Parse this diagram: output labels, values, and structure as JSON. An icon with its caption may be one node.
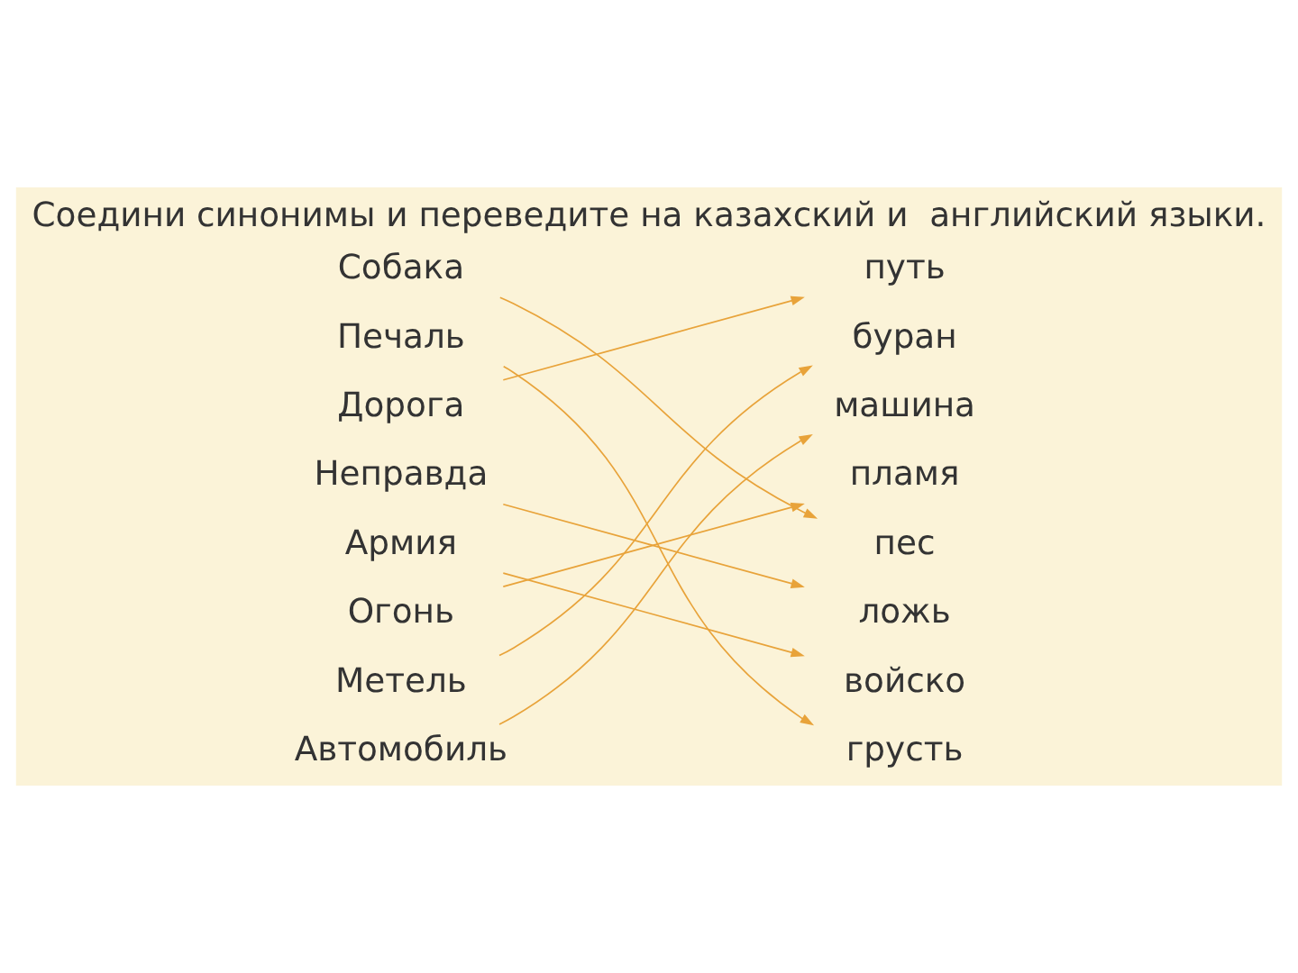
{
  "diagram": {
    "title": "Соедини синонимы и переведите на казахский и  английский языки.",
    "nodes": [
      {
        "text": [
          "Собака"
        ]
      },
      {
        "text": [
          "Печаль"
        ]
      },
      {
        "text": [
          "Дорога"
        ]
      },
      {
        "text": [
          "Неправда"
        ]
      },
      {
        "text": [
          "Армия"
        ]
      },
      {
        "text": [
          "Огонь"
        ]
      },
      {
        "text": [
          "Метель"
        ]
      },
      {
        "text": [
          "Автомобиль"
        ]
      },
      {
        "text": [
          "путь"
        ]
      },
      {
        "text": [
          "буран"
        ]
      },
      {
        "text": [
          "машина"
        ]
      },
      {
        "text": [
          "пламя"
        ]
      },
      {
        "text": [
          "пес"
        ]
      },
      {
        "text": [
          "ложь"
        ]
      },
      {
        "text": [
          "войско"
        ]
      },
      {
        "text": [
          "грусть"
        ]
      }
    ],
    "edges": [
      {
        "from": 0,
        "to": 12,
        "arrow": "to"
      },
      {
        "from": 1,
        "to": 15,
        "arrow": "to"
      },
      {
        "from": 2,
        "to": 8,
        "arrow": "to"
      },
      {
        "from": 3,
        "to": 13,
        "arrow": "to"
      },
      {
        "from": 4,
        "to": 14,
        "arrow": "to"
      },
      {
        "from": 5,
        "to": 11,
        "arrow": "to"
      },
      {
        "from": 6,
        "to": 9,
        "arrow": "to"
      },
      {
        "from": 7,
        "to": 10,
        "arrow": "to"
      }
    ]
  }
}
